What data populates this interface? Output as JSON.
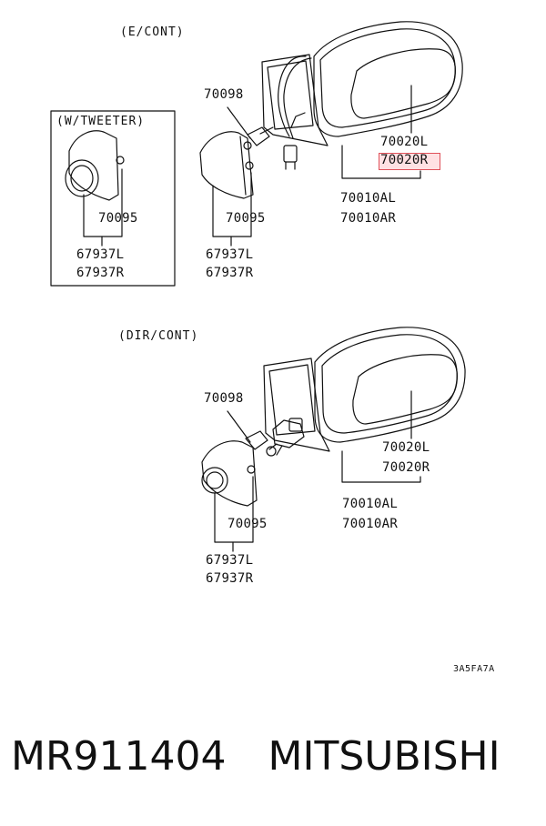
{
  "section_econt": {
    "title": "(E/CONT)"
  },
  "section_dircont": {
    "title": "(DIR/CONT)"
  },
  "tweeter_box": {
    "title": "(W/TWEETER)"
  },
  "parts": {
    "p70098": "70098",
    "p70020L": "70020L",
    "p70020R": "70020R",
    "p70010AL": "70010AL",
    "p70010AR": "70010AR",
    "p70095": "70095",
    "p67937L": "67937L",
    "p67937R": "67937R"
  },
  "diagram_code": "3A5FA7A",
  "footer": {
    "part_number": "MR911404",
    "brand": "MITSUBISHI"
  },
  "colors": {
    "highlight_border": "#e0525a",
    "highlight_fill": "#ffd0d3",
    "line": "#111111"
  }
}
